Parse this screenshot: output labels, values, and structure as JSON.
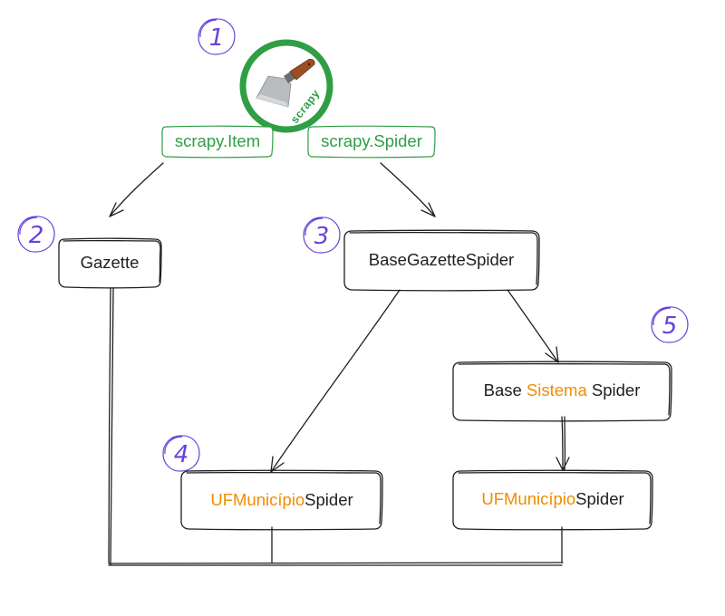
{
  "colors": {
    "ink": "#1e1e1e",
    "accent_orange": "#f08c00",
    "scrapy_green": "#2f9e44",
    "number_purple": "#6741d9"
  },
  "logo": {
    "icon": "scrapy-spatula-icon",
    "text": "scrapy"
  },
  "base_classes": {
    "item": "scrapy.Item",
    "spider": "scrapy.Spider"
  },
  "nodes": {
    "gazette": "Gazette",
    "base_gazette_spider": "BaseGazetteSpider",
    "base_sistema": {
      "prefix": "Base",
      "highlight": "Sistema",
      "suffix": "Spider"
    },
    "uf_spider_left": {
      "highlight": "UFMunicípio",
      "suffix": "Spider"
    },
    "uf_spider_right": {
      "highlight": "UFMunicípio",
      "suffix": "Spider"
    }
  },
  "step_numbers": [
    "1",
    "2",
    "3",
    "4",
    "5"
  ]
}
